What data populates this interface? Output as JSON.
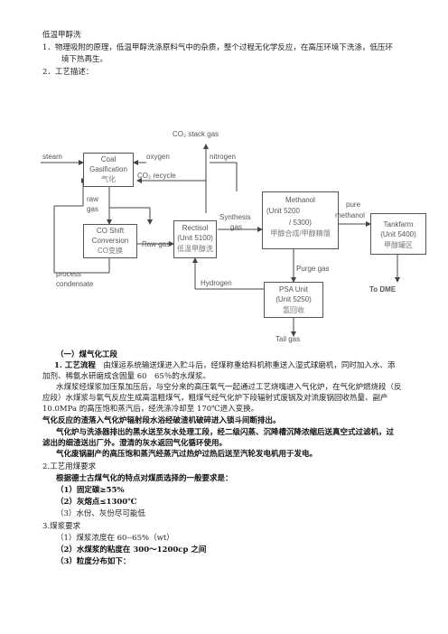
{
  "header": {
    "title": "低温甲醇洗",
    "item1_line1": "1．物理吸附的原理，低温甲醇洗涤原料气中的杂质，整个过程无化学反应，在高压环境下洗涤，低压环",
    "item1_line2": "境下热再生。",
    "item2": "2．工艺描述："
  },
  "diagram": {
    "co2_stack_gas": "CO₂ stack gas",
    "steam": "steam",
    "oxygen": "oxygen",
    "nitrogen": "nitrogen",
    "co2_recycle": "CO₂ recycle",
    "raw_gas_1": "raw",
    "raw_gas_2": "gas",
    "raw_gas_mid": "Raw gas",
    "synthesis_gas_1": "Synthesis",
    "synthesis_gas_2": "gas",
    "pure_methanol_1": "pure",
    "pure_methanol_2": "methanol",
    "purge_gas": "Purge gas",
    "hydrogen": "Hydrogen",
    "process_condensate_1": "process",
    "process_condensate_2": "condensate",
    "to_dme": "To DME",
    "tail_gas": "Tail gas",
    "gasification": {
      "line1": "Coal",
      "line2": "Gasification",
      "line3": "气化"
    },
    "co_shift": {
      "line1": "CO Shift",
      "line2": "Conversion",
      "line3": "CO变换"
    },
    "rectisol": {
      "line1": "Rectisol",
      "line2": "(Unit 5100)",
      "line3": "低温甲醇洗"
    },
    "methanol": {
      "line1": "Methanol",
      "line2": "(Unit 5200",
      "line3": "/ 5300)",
      "line4": "甲醇合成/甲醇精馏"
    },
    "tankfarm": {
      "line1": "Tankfarm",
      "line2": "(Unit 5400)",
      "line3": "甲醇罐区"
    },
    "psa": {
      "line1": "PSA Unit",
      "line2": "(Unit 5250)",
      "line3": "氢回收"
    }
  },
  "body": {
    "section_title": "（一）煤气化工段",
    "p1_line1_bold": "1. 工艺流程",
    "p1_line1_rest": "　由煤运系统输送煤进入贮斗后，经煤称重给料机称重送入湿式球磨机，同时加入水、添",
    "p1_line2": "加剂、稀氨水研磨成含固量 60　65％的水煤浆。",
    "p2_line1": "水煤浆经煤浆加压泵加压后，与空分来的高压氧气一起通过工艺烧嘴进入气化炉，在气化炉燃烧段（反",
    "p2_line2": "应段）水煤浆与氧气反应生成高温粗煤气，粗煤气经气化炉下段辐射式废锅及对流废锅回收热量、副产",
    "p2_line3": "10.0MPa 的高压饱和蒸汽后，经洗涤冷却至 170℃进入变换。",
    "p3": "气化反应的渣落入气化炉辐射段水浴经破渣机破碎进入锁斗间断排出。",
    "p4_line1": "气化炉与洗涤器排出的黑水送至灰水处理工段，经二级闪蒸、沉降槽沉降浓缩后送真空式过滤机，过",
    "p4_line2": "滤出的细渣送出厂外。澄清的灰水返回气化循环使用。",
    "p5": "气化废锅副产的高压饱和蒸汽经蒸汽过热炉过热后送至汽轮发电机用于发电。",
    "s2_title": "2.工艺用煤要求",
    "s2_intro": "根据德士古煤气化的特点对煤质选择的一般要求是：",
    "s2_i1": "（1）固定碳≥55%",
    "s2_i2": "（2）灰熔点≤1300℃",
    "s2_i3": "（3）水份、灰份尽可能低",
    "s3_title": "3.煤浆要求",
    "s3_i1": "（1）煤浆浓度在 60--65%（wt）",
    "s3_i2": "（2）水煤浆的粘度在 300～1200cp 之间",
    "s3_i3": "（3）粒度分布如下："
  }
}
